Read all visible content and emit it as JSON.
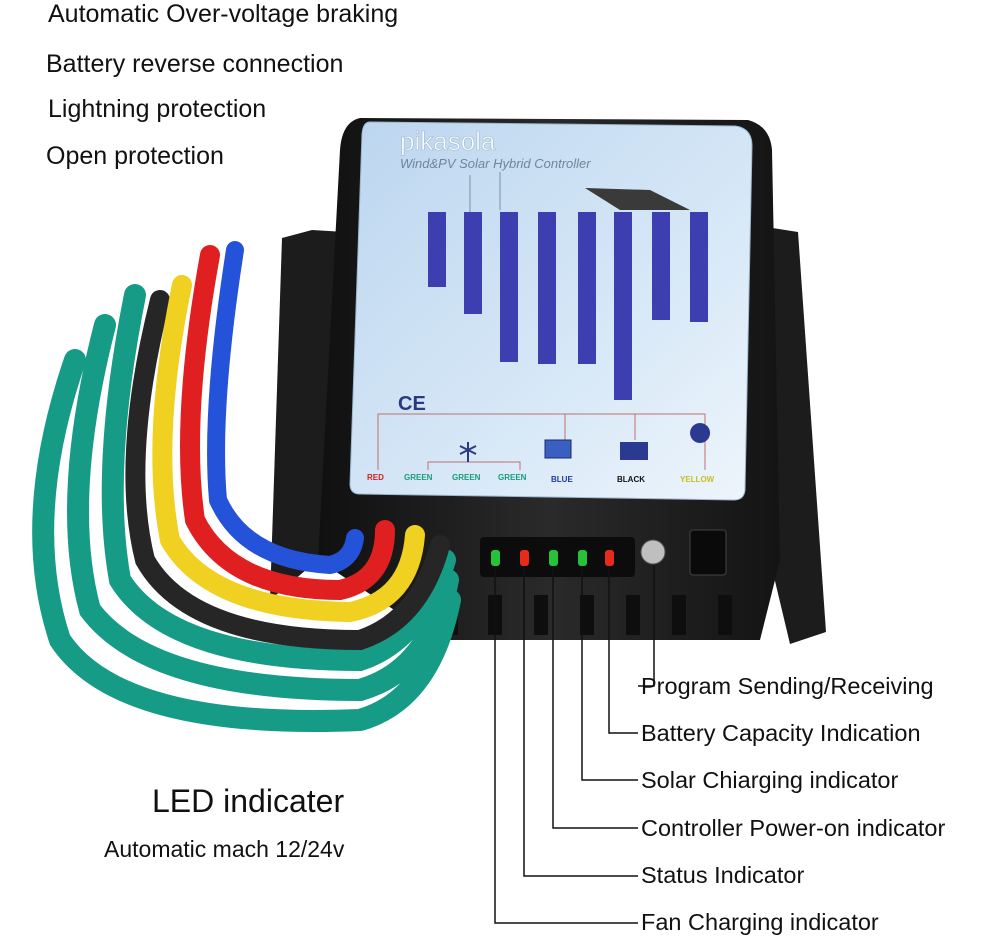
{
  "features": [
    "Automatic Over-voltage braking",
    "Battery reverse connection",
    "Lightning protection",
    "Open protection"
  ],
  "led": {
    "title": "LED indicater",
    "subtitle": "Automatic mach 12/24v"
  },
  "callouts": [
    "Program Sending/Receiving",
    "Battery Capacity Indication",
    "Solar Chiarging indicator",
    "Controller Power-on indicator",
    "Status Indicator",
    "Fan Charging indicator"
  ],
  "label_panel": {
    "brand": "pikasola",
    "product": "Wind&PV Solar Hybrid Controller",
    "ce_mark": "CE",
    "wire_labels": [
      "RED",
      "GREEN",
      "GREEN",
      "GREEN",
      "BLUE",
      "BLACK",
      "YELLOW"
    ]
  },
  "colors": {
    "housing": "#1a1a1a",
    "label_panel": "#cfe3f5",
    "wire_green": "#169b86",
    "wire_black": "#262626",
    "wire_yellow": "#f0d020",
    "wire_red": "#e02020",
    "wire_blue": "#2452d8",
    "led_green": "#27c23a",
    "led_red": "#e82a1a"
  }
}
